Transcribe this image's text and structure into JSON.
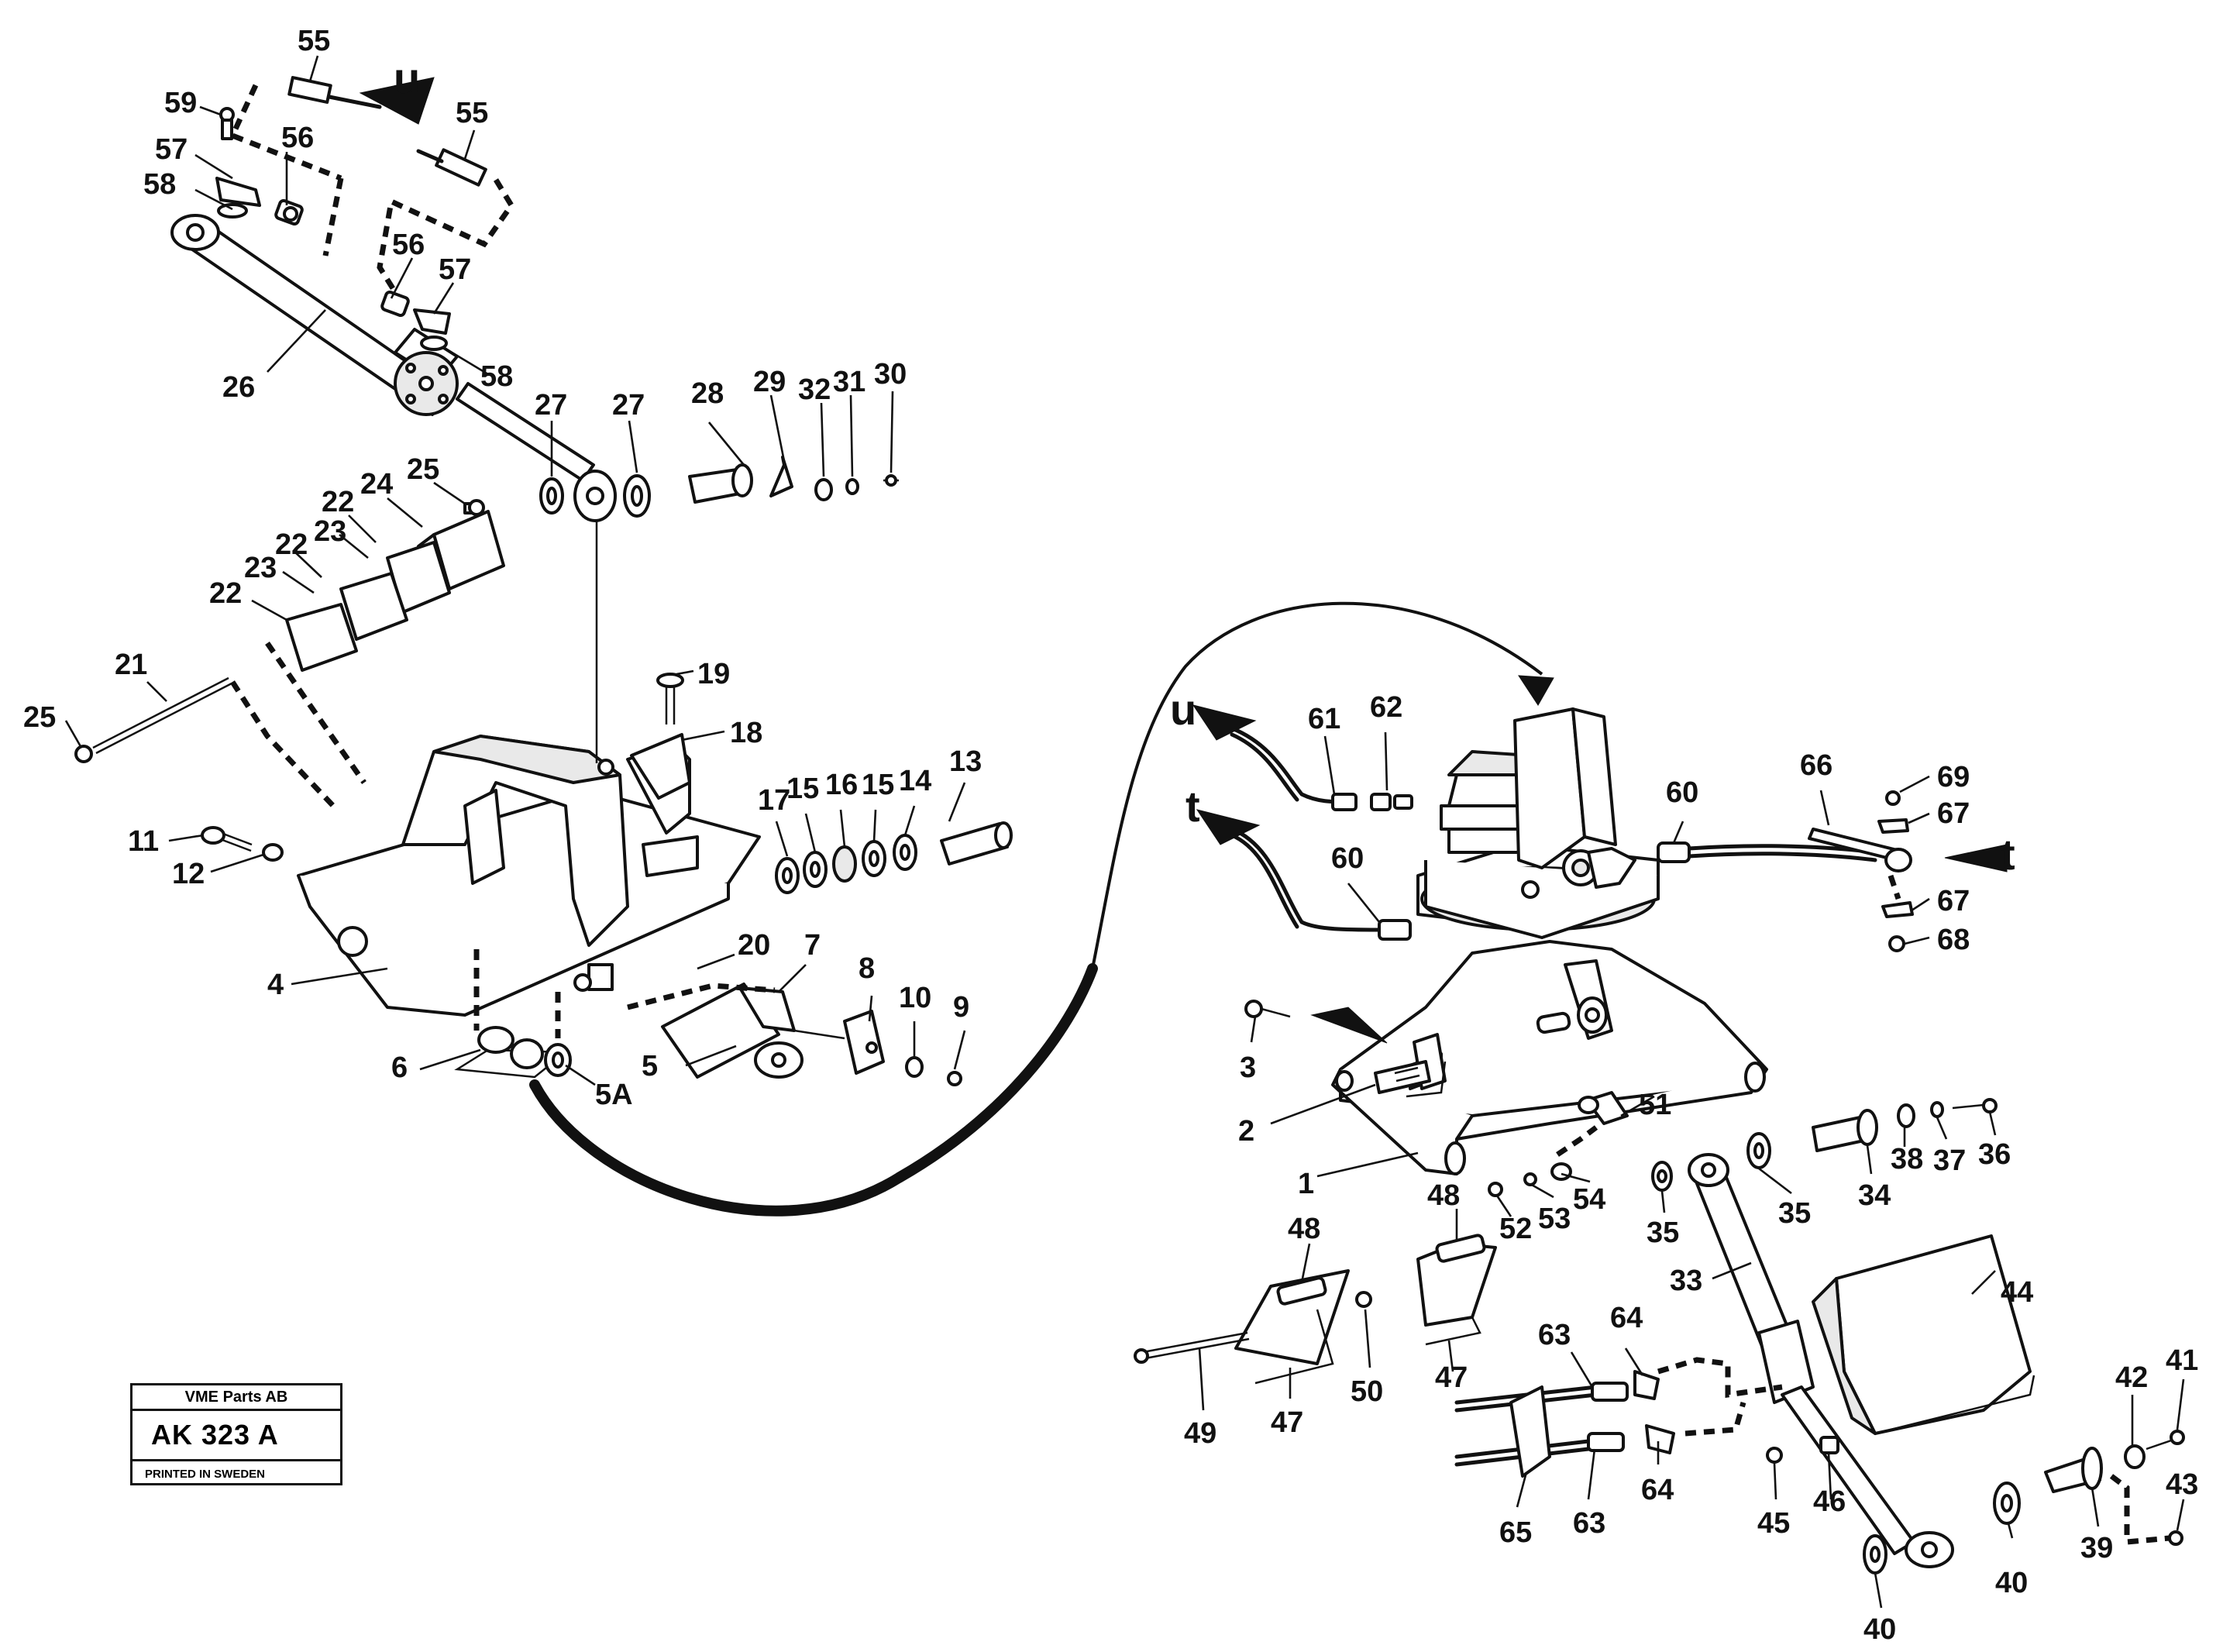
{
  "diagram": {
    "part_labels": [
      {
        "id": "55a",
        "text": "55"
      },
      {
        "id": "55b",
        "text": "55"
      },
      {
        "id": "59",
        "text": "59"
      },
      {
        "id": "57a",
        "text": "57"
      },
      {
        "id": "56a",
        "text": "56"
      },
      {
        "id": "58a",
        "text": "58"
      },
      {
        "id": "56b",
        "text": "56"
      },
      {
        "id": "57b",
        "text": "57"
      },
      {
        "id": "58b",
        "text": "58"
      },
      {
        "id": "26",
        "text": "26"
      },
      {
        "id": "27a",
        "text": "27"
      },
      {
        "id": "27b",
        "text": "27"
      },
      {
        "id": "28",
        "text": "28"
      },
      {
        "id": "29",
        "text": "29"
      },
      {
        "id": "32",
        "text": "32"
      },
      {
        "id": "31",
        "text": "31"
      },
      {
        "id": "30",
        "text": "30"
      },
      {
        "id": "25a",
        "text": "25"
      },
      {
        "id": "24",
        "text": "24"
      },
      {
        "id": "22a",
        "text": "22"
      },
      {
        "id": "23a",
        "text": "23"
      },
      {
        "id": "22b",
        "text": "22"
      },
      {
        "id": "23b",
        "text": "23"
      },
      {
        "id": "22c",
        "text": "22"
      },
      {
        "id": "21",
        "text": "21"
      },
      {
        "id": "25b",
        "text": "25"
      },
      {
        "id": "19",
        "text": "19"
      },
      {
        "id": "18",
        "text": "18"
      },
      {
        "id": "17",
        "text": "17"
      },
      {
        "id": "15a",
        "text": "15"
      },
      {
        "id": "16",
        "text": "16"
      },
      {
        "id": "15b",
        "text": "15"
      },
      {
        "id": "14",
        "text": "14"
      },
      {
        "id": "13",
        "text": "13"
      },
      {
        "id": "11",
        "text": "11"
      },
      {
        "id": "12",
        "text": "12"
      },
      {
        "id": "4",
        "text": "4"
      },
      {
        "id": "20",
        "text": "20"
      },
      {
        "id": "7",
        "text": "7"
      },
      {
        "id": "8",
        "text": "8"
      },
      {
        "id": "10",
        "text": "10"
      },
      {
        "id": "9",
        "text": "9"
      },
      {
        "id": "6",
        "text": "6"
      },
      {
        "id": "5",
        "text": "5"
      },
      {
        "id": "5A",
        "text": "5A"
      },
      {
        "id": "61",
        "text": "61"
      },
      {
        "id": "62",
        "text": "62"
      },
      {
        "id": "60a",
        "text": "60"
      },
      {
        "id": "60b",
        "text": "60"
      },
      {
        "id": "66",
        "text": "66"
      },
      {
        "id": "69",
        "text": "69"
      },
      {
        "id": "67a",
        "text": "67"
      },
      {
        "id": "67b",
        "text": "67"
      },
      {
        "id": "68",
        "text": "68"
      },
      {
        "id": "3",
        "text": "3"
      },
      {
        "id": "2",
        "text": "2"
      },
      {
        "id": "1",
        "text": "1"
      },
      {
        "id": "51",
        "text": "51"
      },
      {
        "id": "36",
        "text": "36"
      },
      {
        "id": "37",
        "text": "37"
      },
      {
        "id": "38",
        "text": "38"
      },
      {
        "id": "34",
        "text": "34"
      },
      {
        "id": "35a",
        "text": "35"
      },
      {
        "id": "35b",
        "text": "35"
      },
      {
        "id": "54",
        "text": "54"
      },
      {
        "id": "53",
        "text": "53"
      },
      {
        "id": "52",
        "text": "52"
      },
      {
        "id": "48a",
        "text": "48"
      },
      {
        "id": "48b",
        "text": "48"
      },
      {
        "id": "33",
        "text": "33"
      },
      {
        "id": "44",
        "text": "44"
      },
      {
        "id": "49",
        "text": "49"
      },
      {
        "id": "47a",
        "text": "47"
      },
      {
        "id": "50",
        "text": "50"
      },
      {
        "id": "47b",
        "text": "47"
      },
      {
        "id": "63a",
        "text": "63"
      },
      {
        "id": "64a",
        "text": "64"
      },
      {
        "id": "64b",
        "text": "64"
      },
      {
        "id": "63b",
        "text": "63"
      },
      {
        "id": "65",
        "text": "65"
      },
      {
        "id": "45",
        "text": "45"
      },
      {
        "id": "46",
        "text": "46"
      },
      {
        "id": "41",
        "text": "41"
      },
      {
        "id": "42",
        "text": "42"
      },
      {
        "id": "43",
        "text": "43"
      },
      {
        "id": "39",
        "text": "39"
      },
      {
        "id": "40a",
        "text": "40"
      },
      {
        "id": "40b",
        "text": "40"
      }
    ],
    "connection_markers": [
      {
        "id": "u-top",
        "text": "u"
      },
      {
        "id": "u-right",
        "text": "u"
      },
      {
        "id": "t-left",
        "text": "t"
      },
      {
        "id": "t-right",
        "text": "t"
      }
    ]
  },
  "title_block": {
    "company": "VME Parts AB",
    "code": "AK 323 A",
    "printed": "PRINTED IN SWEDEN"
  }
}
